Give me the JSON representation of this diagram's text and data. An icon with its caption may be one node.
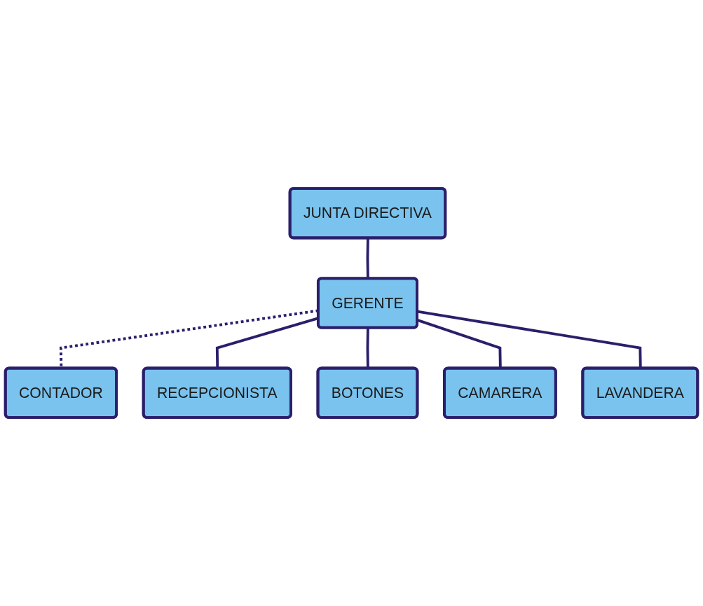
{
  "diagram": {
    "nodes": [
      {
        "text": [
          "JUNTA DIRECTIVA"
        ]
      },
      {
        "text": [
          "GERENTE"
        ]
      },
      {
        "text": [
          "CONTADOR"
        ]
      },
      {
        "text": [
          "RECEPCIONISTA"
        ]
      },
      {
        "text": [
          "BOTONES"
        ]
      },
      {
        "text": [
          "CAMARERA"
        ]
      },
      {
        "text": [
          "LAVANDERA"
        ]
      }
    ],
    "edges": [
      {
        "from": 0,
        "to": 1,
        "arrow": "none"
      },
      {
        "from": 1,
        "to": 2,
        "arrow": "none",
        "style": "dashed"
      },
      {
        "from": 1,
        "to": 3,
        "arrow": "none"
      },
      {
        "from": 1,
        "to": 4,
        "arrow": "none"
      },
      {
        "from": 1,
        "to": 5,
        "arrow": "none"
      },
      {
        "from": 1,
        "to": 6,
        "arrow": "none"
      }
    ]
  }
}
